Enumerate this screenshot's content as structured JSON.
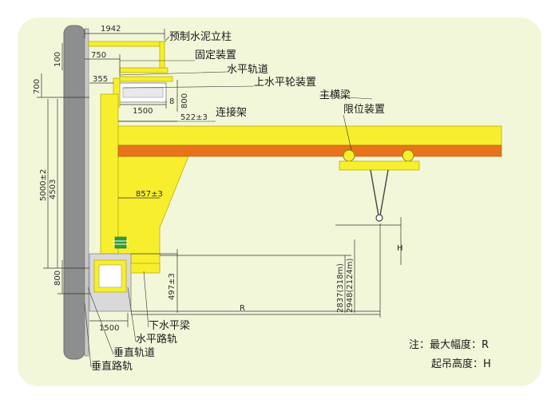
{
  "colors": {
    "background": "#ffffff",
    "panel": "#f3f7d9",
    "beam_yellow": "#f7ef2e",
    "beam_outline": "#b9b100",
    "beam_orange": "#e8731a",
    "column_gray": "#8d8f8f",
    "accent_green": "#2e9e3a"
  },
  "labels": {
    "column": "预制水泥立柱",
    "fixing": "固定装置",
    "h_rail": "水平轨道",
    "upper_wheel": "上水平轮装置",
    "main_beam": "主横梁",
    "limiter": "限位装置",
    "connector": "连接架",
    "lower_beam": "下水平梁",
    "h_road_rail": "水平路轨",
    "v_rail": "垂直轨道",
    "v_road_rail": "垂直路轨"
  },
  "dimensions": {
    "d1942": "1942",
    "d100": "100",
    "d750": "750",
    "d700": "700",
    "d355": "355",
    "d8": "8",
    "d800_top": "800",
    "d1500_top": "1500",
    "d522": "522±3",
    "d5000": "5000±2",
    "d4503": "4503",
    "d857": "857±3",
    "d800_bottom": "800",
    "d497": "497±3",
    "d2837": "2837(318m)",
    "d2948": "2948(2124m)",
    "dR": "R",
    "dH": "H",
    "d1500_bottom": "1500"
  },
  "notes": {
    "line1": "注：最大幅度：R",
    "line2": "起吊高度：H"
  }
}
